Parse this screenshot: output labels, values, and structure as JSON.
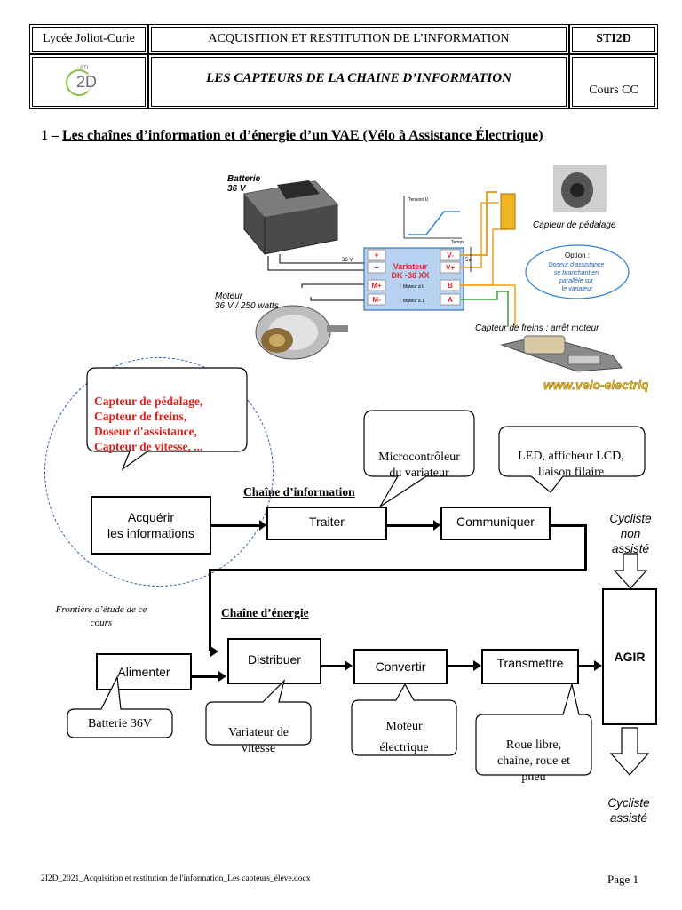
{
  "header": {
    "school": "Lycée Joliot-Curie",
    "subject": "ACQUISITION ET RESTITUTION DE L’INFORMATION",
    "section": "STI2D",
    "title": "LES CAPTEURS DE LA CHAINE D’INFORMATION",
    "course": "Cours CC",
    "logo_text": "2D",
    "logo_small": "STI"
  },
  "section_heading": {
    "number": "1 – ",
    "text": "Les chaînes d’information et d’énergie d’un  VAE (Vélo à Assistance Électrique)"
  },
  "photo": {
    "battery_label": "Batterie\n36 V",
    "motor_label": "Moteur\n36 V / 250 watts",
    "pedal_sensor": "Capteur de pédalage",
    "brake_sensor": "Capteur de freins : arrêt moteur",
    "option_title": "Option :",
    "option_text": "Doseur d'assistance\nse branchant en\nparallèle sur\nle variateur",
    "controller_title": "Variateur",
    "controller_model": "DK -36 XX",
    "pin_plus": "+",
    "pin_minus": "–",
    "pin_mplus": "M+",
    "pin_mminus": "M-",
    "pin_vminus": "V-",
    "pin_vplus": "V+",
    "pin_b": "B",
    "pin_a": "A",
    "motor_b": "Moteur à b",
    "motor_a": "Moteur à 1",
    "v36": "36 V",
    "v5": "5v",
    "graph_label": "Tension U",
    "graph_x": "Temps",
    "website": "www.velo-electrique.com"
  },
  "diagram": {
    "sensors_bubble": "Capteur de pédalage,\nCapteur de freins,\nDoseur d'assistance,\nCapteur de vitesse, ...",
    "micro_bubble": "Microcontrôleur\ndu variateur",
    "led_bubble": "LED, afficheur LCD,\nliaison filaire",
    "info_chain": "Chaîne d’information",
    "energy_chain": "Chaîne d’énergie",
    "acquerir": "Acquérir\nles informations",
    "traiter": "Traiter",
    "communiquer": "Communiquer",
    "cyclist_not": "Cycliste\nnon\nassisté",
    "frontier": "Frontière d’étude de ce\ncours",
    "alimenter": "Alimenter",
    "distribuer": "Distribuer",
    "convertir": "Convertir",
    "transmettre": "Transmettre",
    "agir": "AGIR",
    "battery_bubble": "Batterie 36V",
    "variator_bubble": "Variateur de\nvitesse",
    "motor_bubble": "Moteur\n\nélectrique",
    "wheel_bubble": "Roue libre,\nchaine, roue et\npneu",
    "cyclist_yes": "Cycliste\nassisté"
  },
  "footer": {
    "filename": "2I2D_2021_Acquisition et restitution de l'information_Les capteurs_élève.docx",
    "page": "Page 1"
  },
  "colors": {
    "sensor_red": "#e0201b",
    "controller_blue": "#1d5fb0",
    "option_blue": "#2a7fd4",
    "pin_red": "#d8282c",
    "wire_orange": "#f0a21a",
    "wire_green": "#3da23a",
    "web_gold": "#f2c21e"
  }
}
